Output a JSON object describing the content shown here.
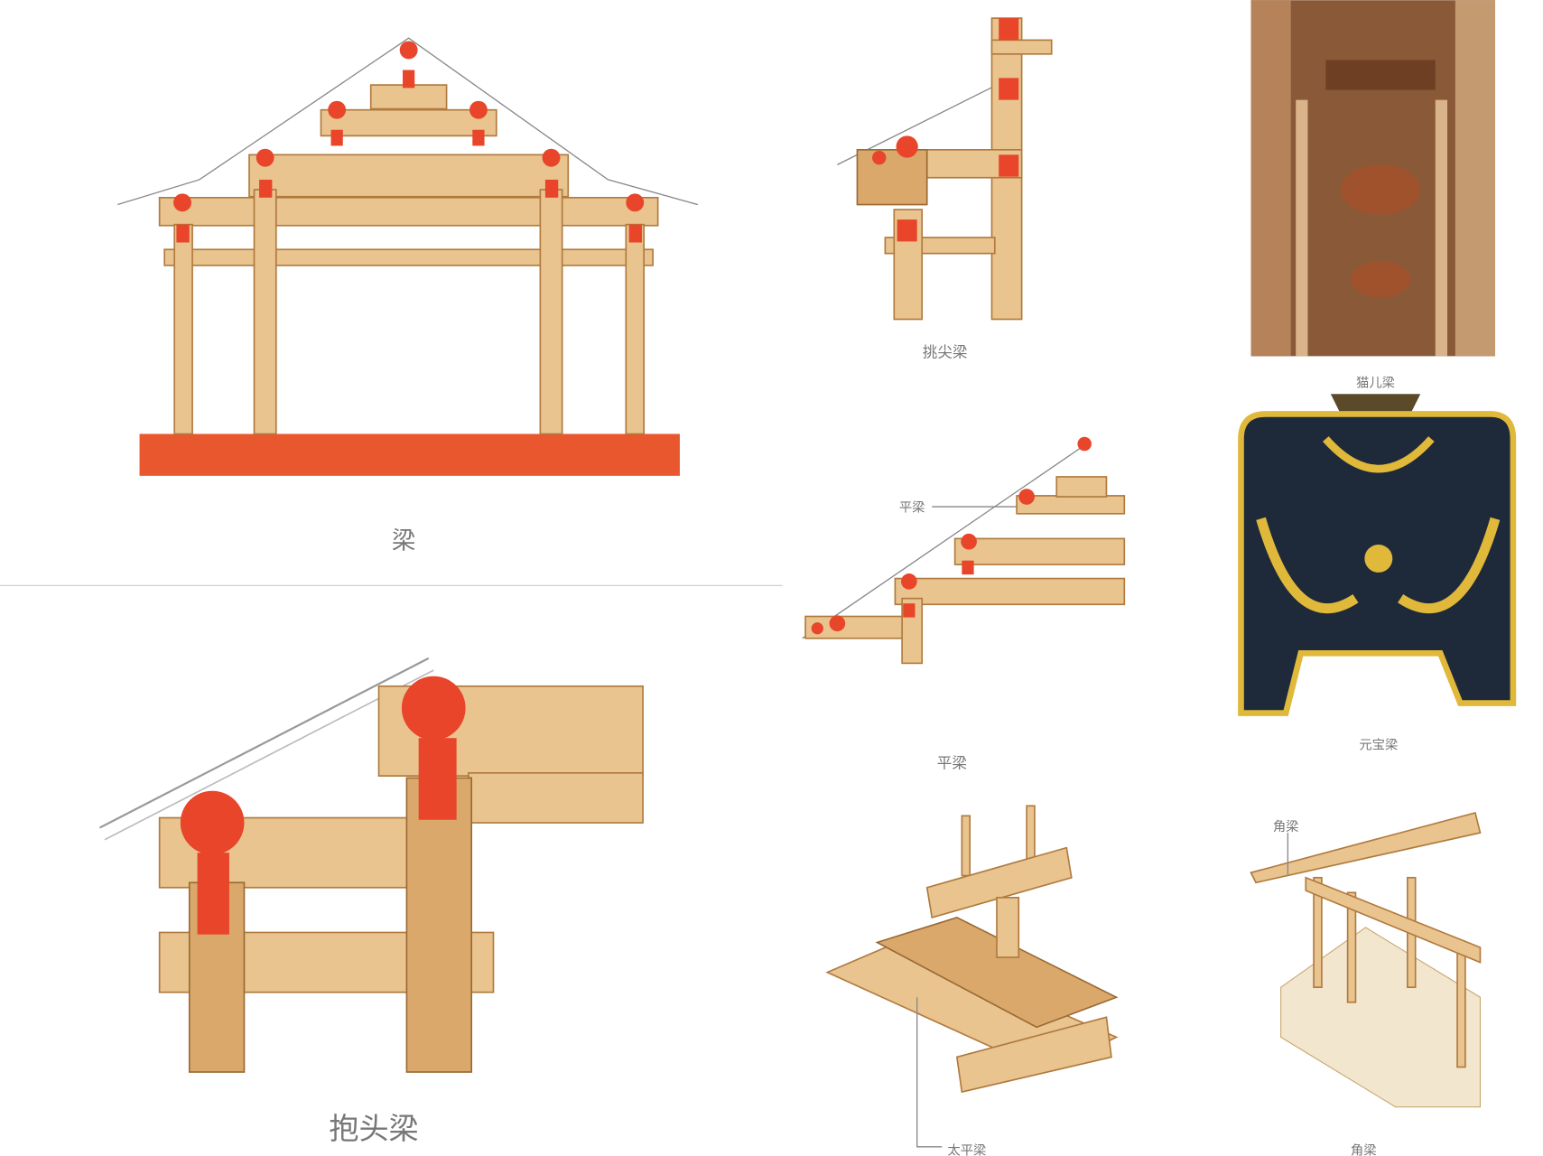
{
  "labels": {
    "liang": "梁",
    "baotou_liang": "抱头梁",
    "tiaojian_liang": "挑尖梁",
    "maoer_liang": "猫儿梁",
    "ping_liang_pointer": "平梁",
    "ping_liang": "平梁",
    "yuanbao_liang": "元宝梁",
    "taiping_liang": "太平梁",
    "jiao_liang_pointer": "角梁",
    "jiao_liang": "角梁"
  },
  "colors": {
    "wood": "#e9c48f",
    "wood_dark": "#d9a86a",
    "red_joint": "#e8452a",
    "yuanbao_dark": "#1e2a3a",
    "yuanbao_gold": "#e0b83a"
  }
}
